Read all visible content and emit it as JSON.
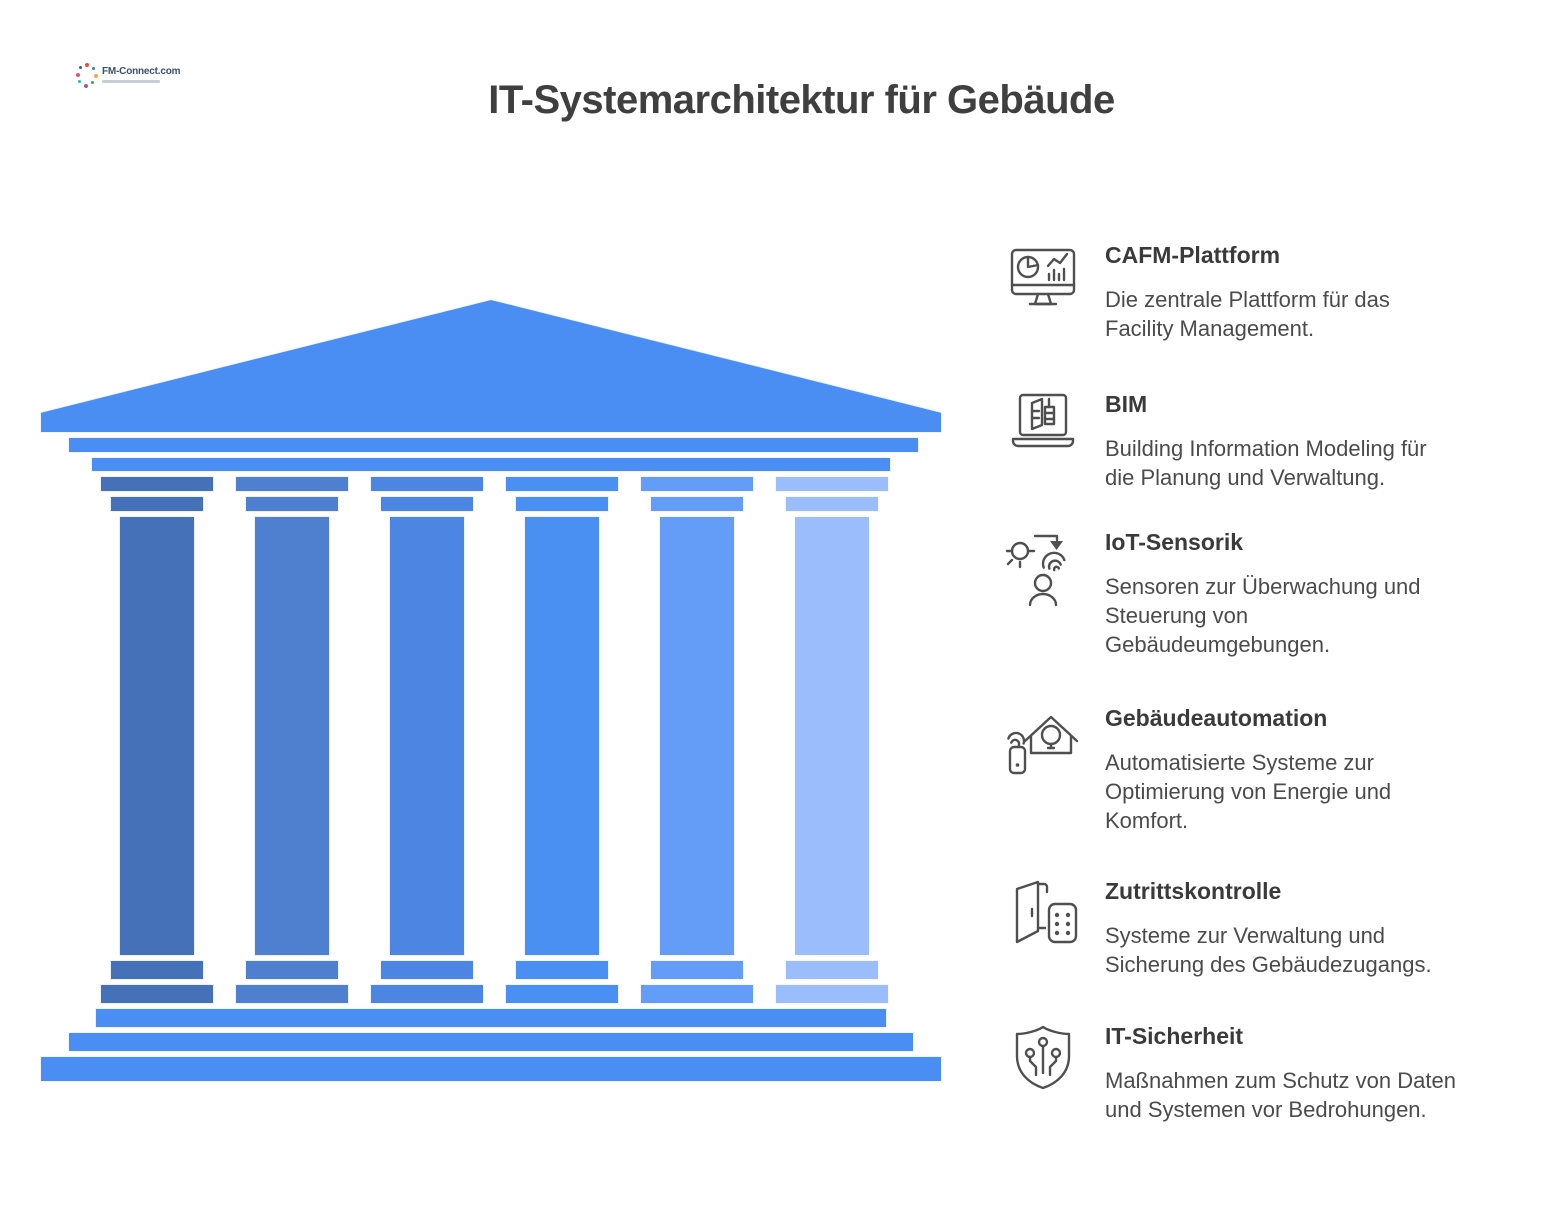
{
  "page": {
    "title": "IT-Systemarchitektur für Gebäude"
  },
  "logo": {
    "text": "FM-Connect.com",
    "dot_colors": [
      "#e8483f",
      "#3a7bd5",
      "#f2a93b",
      "#35a84c",
      "#9b59b6",
      "#1abcd8",
      "#e84c8b",
      "#2c5aa0"
    ]
  },
  "temple": {
    "structure_color": "#4a8ef4",
    "columns": [
      {
        "color": "#4471b8"
      },
      {
        "color": "#4f80d0"
      },
      {
        "color": "#4c86e2"
      },
      {
        "color": "#4a8ff2"
      },
      {
        "color": "#649df7"
      },
      {
        "color": "#9cbdfb"
      }
    ]
  },
  "items": [
    {
      "icon": "cafm-monitor-icon",
      "title": "CAFM-Plattform",
      "description": "Die zentrale Plattform für das\nFacility Management."
    },
    {
      "icon": "bim-laptop-icon",
      "title": "BIM",
      "description": "Building Information Modeling für\ndie Planung und Verwaltung."
    },
    {
      "icon": "iot-sensor-icon",
      "title": "IoT-Sensorik",
      "description": "Sensoren zur Überwachung und\nSteuerung von\nGebäudeumgebungen."
    },
    {
      "icon": "smart-home-icon",
      "title": "Gebäudeautomation",
      "description": "Automatisierte Systeme zur\nOptimierung von Energie und\nKomfort."
    },
    {
      "icon": "door-keypad-icon",
      "title": "Zutrittskontrolle",
      "description": "Systeme zur Verwaltung und\nSicherung des Gebäudezugangs."
    },
    {
      "icon": "shield-circuit-icon",
      "title": "IT-Sicherheit",
      "description": "Maßnahmen zum Schutz von Daten\nund Systemen vor Bedrohungen."
    }
  ]
}
